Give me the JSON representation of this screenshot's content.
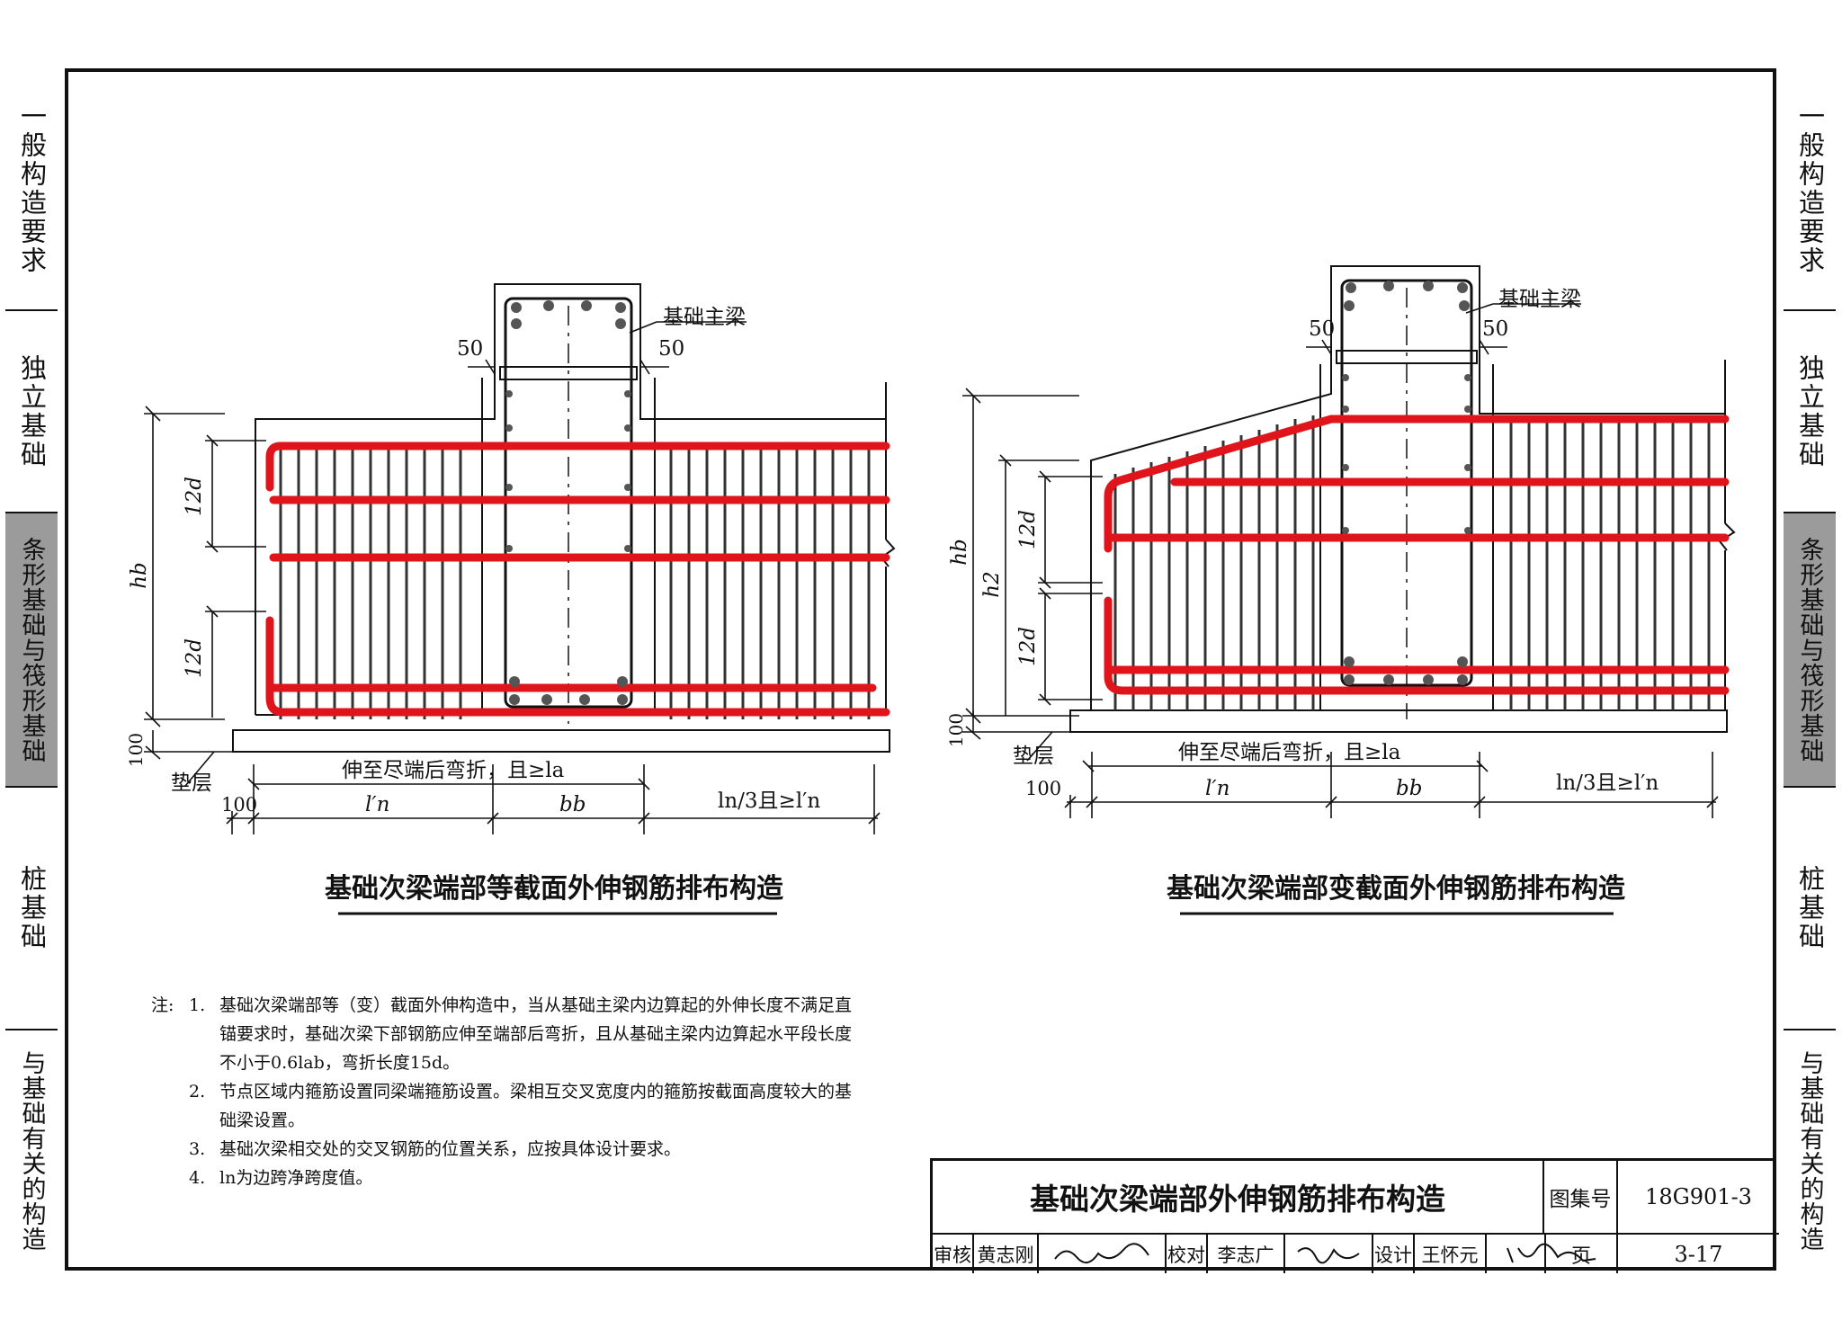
{
  "side_tabs": [
    "一般构造要求",
    "独立基础",
    "条形基础与筏形基础",
    "桩基础",
    "与基础有关的构造"
  ],
  "active_tab_index": 2,
  "colors": {
    "rebar": "#e0151b",
    "line": "#111111",
    "tab_active": "#9b9b9b"
  },
  "figure_left": {
    "title": "基础次梁端部等截面外伸钢筋排布构造",
    "main_beam_label": "基础主梁",
    "dim_50_left": "50",
    "dim_50_right": "50",
    "dim_12d_top": "12d",
    "dim_12d_bottom": "12d",
    "dim_hb": "hb",
    "dim_100_vertical": "100",
    "cushion_label": "垫层",
    "anchor_note": "伸至尽端后弯折，且≥la",
    "dim_100": "100",
    "dim_ln_prime": "l′n",
    "dim_bb": "bb",
    "dim_ln3": "ln/3且≥l′n"
  },
  "figure_right": {
    "title": "基础次梁端部变截面外伸钢筋排布构造",
    "main_beam_label": "基础主梁",
    "dim_50_left": "50",
    "dim_50_right": "50",
    "dim_12d_top": "12d",
    "dim_12d_bottom": "12d",
    "dim_hb": "hb",
    "dim_h2": "h2",
    "dim_100_vertical": "100",
    "cushion_label": "垫层",
    "anchor_note": "伸至尽端后弯折，且≥la",
    "dim_100": "100",
    "dim_ln_prime": "l′n",
    "dim_bb": "bb",
    "dim_ln3": "ln/3且≥l′n"
  },
  "notes": {
    "prefix": "注:",
    "items": [
      {
        "num": "1.",
        "lines": [
          "基础次梁端部等（变）截面外伸构造中，当从基础主梁内边算起的外伸长度不满足直",
          "锚要求时，基础次梁下部钢筋应伸至端部后弯折，且从基础主梁内边算起水平段长度",
          "不小于0.6lab，弯折长度15d。"
        ]
      },
      {
        "num": "2.",
        "lines": [
          "节点区域内箍筋设置同梁端箍筋设置。梁相互交叉宽度内的箍筋按截面高度较大的基",
          "础梁设置。"
        ]
      },
      {
        "num": "3.",
        "lines": [
          "基础次梁相交处的交叉钢筋的位置关系，应按具体设计要求。"
        ]
      },
      {
        "num": "4.",
        "lines": [
          "ln为边跨净跨度值。"
        ]
      }
    ]
  },
  "title_block": {
    "drawing_title": "基础次梁端部外伸钢筋排布构造",
    "atlas_label": "图集号",
    "atlas_number": "18G901-3",
    "review_label": "审核",
    "reviewer": "黄志刚",
    "check_label": "校对",
    "checker": "李志广",
    "design_label": "设计",
    "designer": "王怀元",
    "page_label": "页",
    "page_number": "3-17"
  }
}
